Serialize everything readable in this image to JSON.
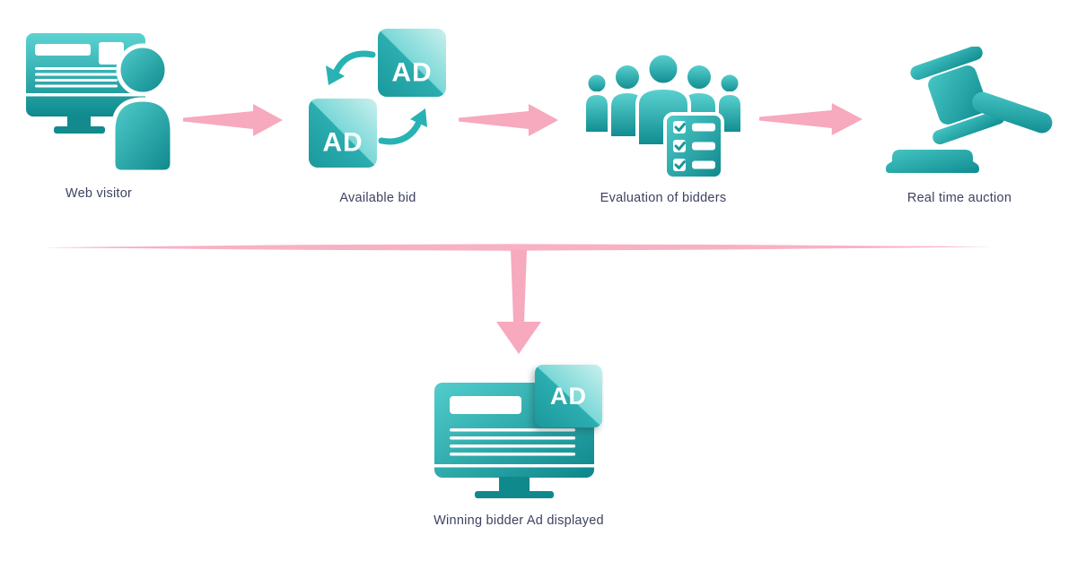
{
  "page": {
    "background": "#ffffff"
  },
  "theme": {
    "teal_light": "#5cd3d2",
    "teal_dark": "#0e8a8e",
    "pink_arrow": "#f7a9be",
    "pink_line": "#f8b1c4",
    "label_color": "#3d4262",
    "ad_text_color": "#ffffff"
  },
  "diagram": {
    "type": "flowchart",
    "nodes": [
      {
        "id": "web-visitor",
        "label": "Web visitor",
        "icon": "monitor-with-user-icon"
      },
      {
        "id": "available-bid",
        "label": "Available bid",
        "icon": "ad-exchange-icon",
        "ad_badge_text": "AD"
      },
      {
        "id": "evaluation-of-bidders",
        "label": "Evaluation of bidders",
        "icon": "bidders-group-checklist-icon"
      },
      {
        "id": "real-time-auction",
        "label": "Real time auction",
        "icon": "auction-gavel-icon"
      },
      {
        "id": "winning-bidder-ad-displayed",
        "label": "Winning bidder Ad displayed",
        "icon": "monitor-with-ad-badge-icon",
        "ad_badge_text": "AD"
      }
    ],
    "connectors": [
      {
        "from": "web-visitor",
        "to": "available-bid",
        "type": "arrow-right"
      },
      {
        "from": "available-bid",
        "to": "evaluation-of-bidders",
        "type": "arrow-right"
      },
      {
        "from": "evaluation-of-bidders",
        "to": "real-time-auction",
        "type": "arrow-right"
      },
      {
        "from": "real-time-auction",
        "to": "winning-bidder-ad-displayed",
        "type": "collector-line-with-down-arrow"
      }
    ]
  }
}
